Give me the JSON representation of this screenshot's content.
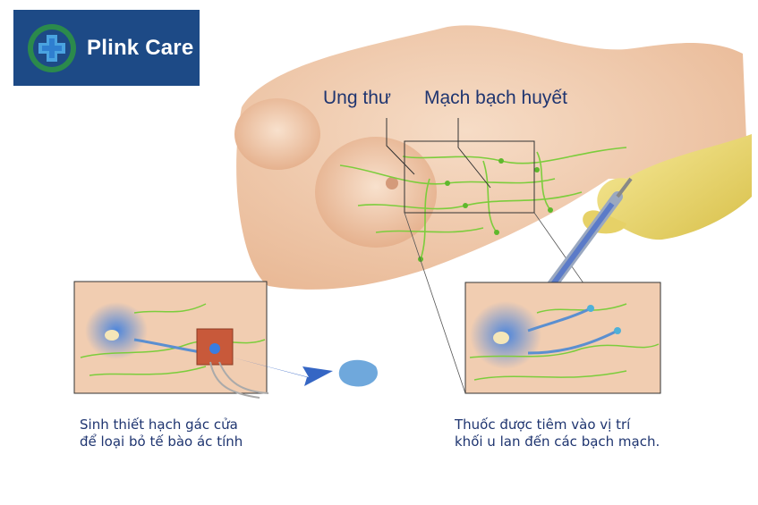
{
  "brand": {
    "name": "Plink Care",
    "background": "#1d4a86",
    "accent": "#3f9d4a"
  },
  "labels": {
    "cancer": "Ung thư",
    "lymph_vessel": "Mạch bạch huyết"
  },
  "captions": {
    "left": [
      "Sinh thiết hạch gác cửa",
      "để loại bỏ tế bào ác tính"
    ],
    "right": [
      "Thuốc được tiêm vào vị trí",
      "khối u lan đến các bạch mạch."
    ]
  },
  "colors": {
    "text": "#1f3570",
    "skin": "#f3d2b8",
    "lymph": "#7ccd3c",
    "dye": "#3a7de0",
    "glove": "#f3e07a"
  }
}
